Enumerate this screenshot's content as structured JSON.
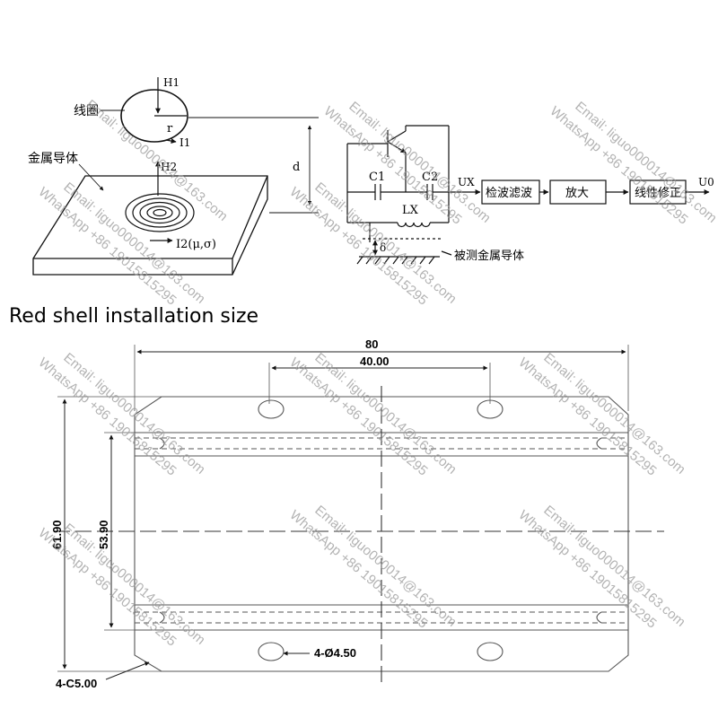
{
  "principle_diagram": {
    "coil_label": "线圈",
    "conductor_label": "金属导体",
    "field_primary": "H1",
    "field_secondary": "H2",
    "radius": "r",
    "current_primary": "I1",
    "current_secondary": "I2(μ,σ)",
    "distance": "d"
  },
  "circuit_diagram": {
    "cap1": "C1",
    "cap2": "C2",
    "inductor": "LX",
    "output_x": "UX",
    "gap": "δ",
    "target_label": "被测金属导体",
    "blocks": [
      "检波滤波",
      "放大",
      "线性修正"
    ],
    "output_final": "U0"
  },
  "heading": "Red shell installation size",
  "dimensions": {
    "overall_width": "80",
    "hole_spacing": "40.00",
    "overall_height": "61.90",
    "slot_spacing": "53.90",
    "holes": "4-Ø4.50",
    "chamfers": "4-C5.00"
  },
  "watermarks": {
    "email": "Email: liguo000014@163.com",
    "whatsapp": "WhatsApp +86 19015815295"
  }
}
